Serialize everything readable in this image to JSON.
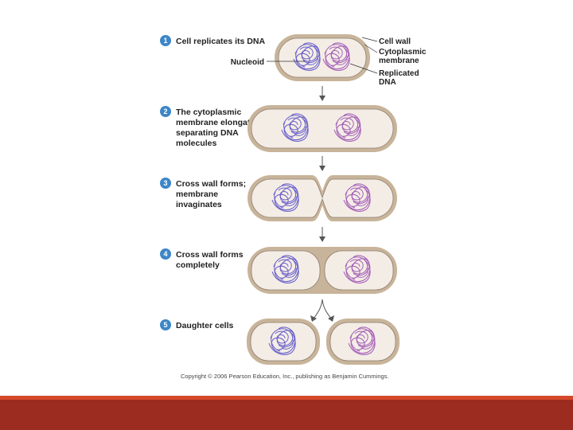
{
  "steps": [
    {
      "number": "1",
      "lines": [
        "Cell replicates its DNA"
      ]
    },
    {
      "number": "2",
      "lines": [
        "The cytoplasmic",
        "membrane elongates,",
        "separating DNA",
        "molecules"
      ]
    },
    {
      "number": "3",
      "lines": [
        "Cross wall forms;",
        "membrane",
        "invaginates"
      ]
    },
    {
      "number": "4",
      "lines": [
        "Cross wall forms",
        "completely"
      ]
    },
    {
      "number": "5",
      "lines": [
        "Daughter cells"
      ]
    }
  ],
  "labels": {
    "nucleoid": "Nucleoid",
    "cell_wall": "Cell wall",
    "cytoplasmic_membrane": [
      "Cytoplasmic",
      "membrane"
    ],
    "replicated_dna": [
      "Replicated",
      "DNA"
    ]
  },
  "copyright": "Copyright © 2006 Pearson Education, Inc., publishing as Benjamin Cummings.",
  "colors": {
    "cell_wall": "#c8b49a",
    "cytoplasm": "#f4ede6",
    "membrane": "#8f7f6f",
    "dna_blue": "#6c63c9",
    "dna_purple": "#a663b8",
    "number_circle": "#3d86c8",
    "arrow": "#555555",
    "bar_top": "#d4492b",
    "bar_bottom": "#9b2c1f"
  }
}
